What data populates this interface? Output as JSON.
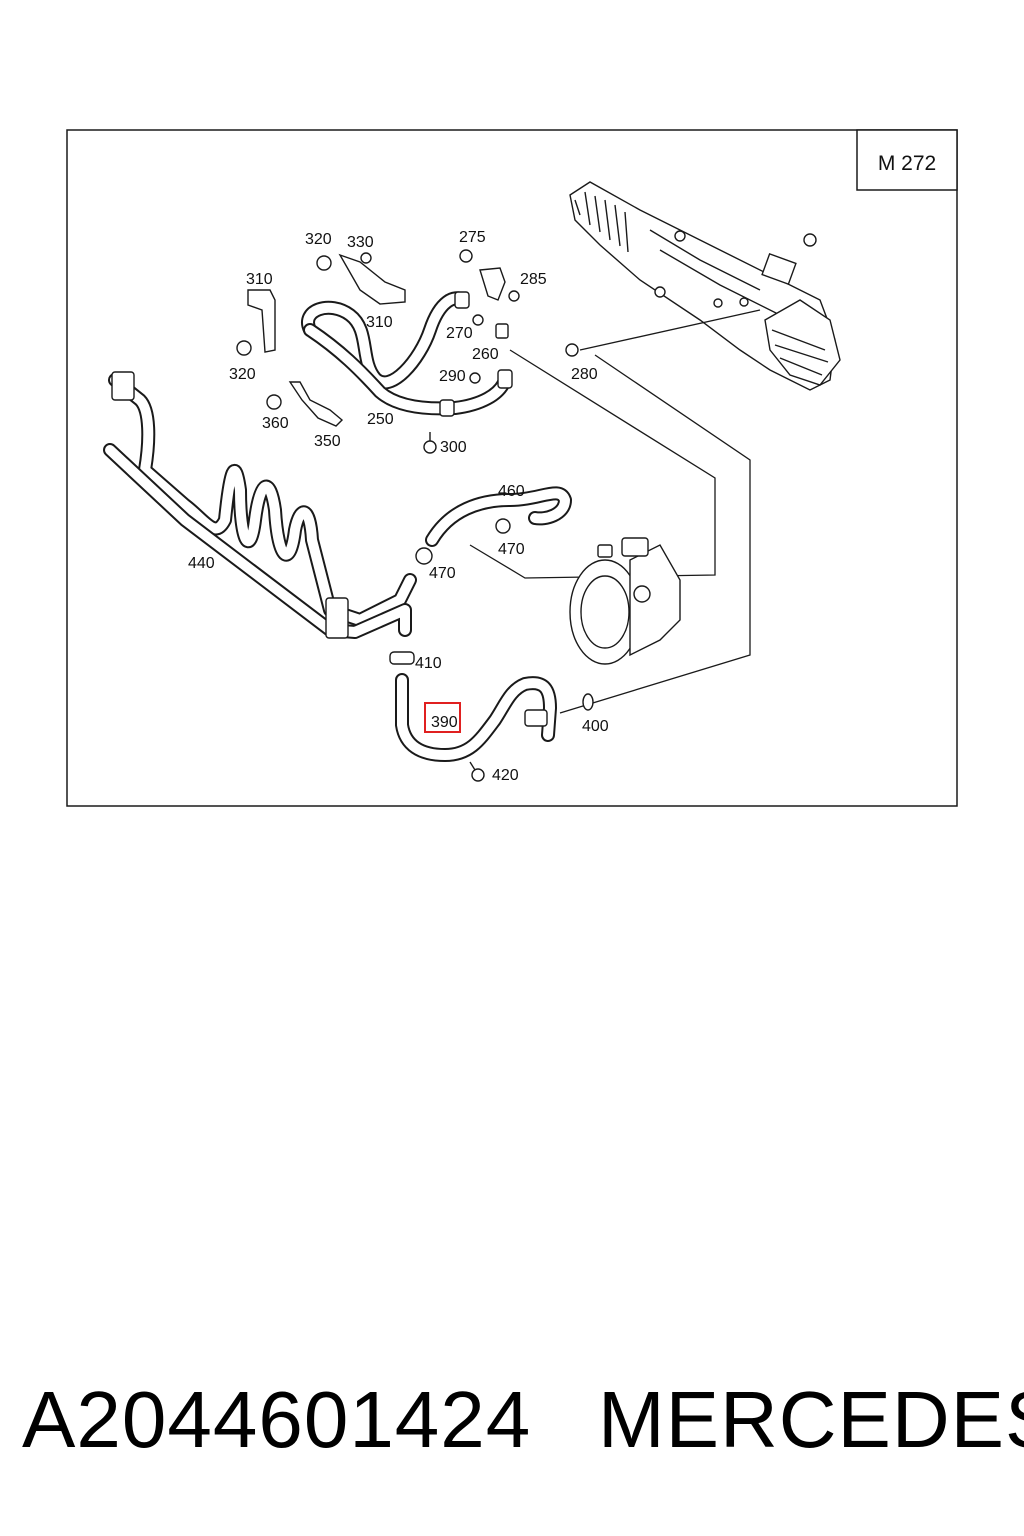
{
  "diagram": {
    "model_code": "M 272",
    "highlighted_part": "390",
    "highlight_color": "#e02020",
    "part_labels": {
      "p320a": "320",
      "p330": "330",
      "p275": "275",
      "p285": "285",
      "p310a": "310",
      "p310b": "310",
      "p270": "270",
      "p260": "260",
      "p320b": "320",
      "p290": "290",
      "p280": "280",
      "p360": "360",
      "p350": "350",
      "p250": "250",
      "p300": "300",
      "p460": "460",
      "p470a": "470",
      "p440": "440",
      "p470b": "470",
      "p410": "410",
      "p390": "390",
      "p400": "400",
      "p420": "420"
    }
  },
  "caption": {
    "part_number": "A2044601424",
    "brand": "MERCEDES"
  }
}
